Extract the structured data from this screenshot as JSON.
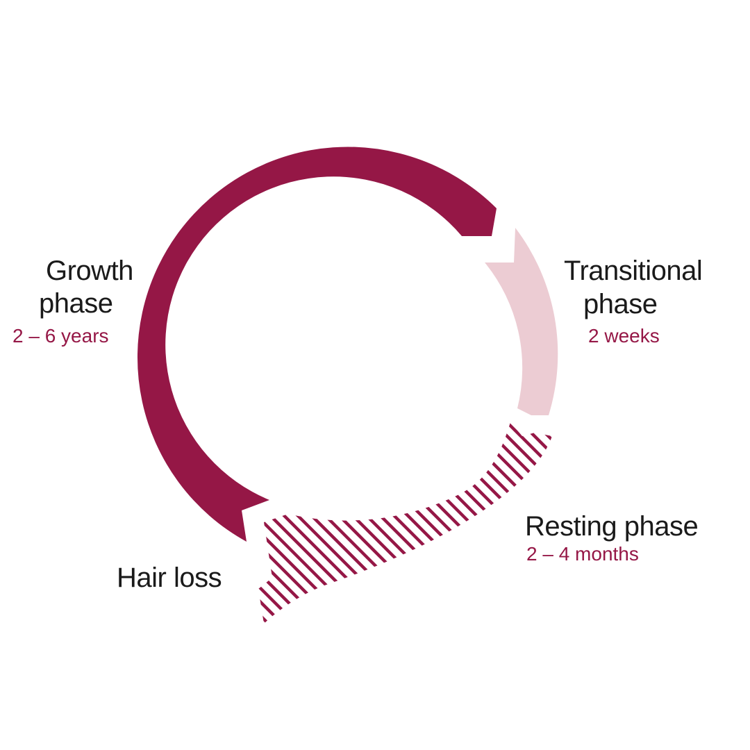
{
  "colors": {
    "growth": "#951746",
    "transitional": "#ecccd3",
    "resting": "#951746",
    "label_text": "#1a1a1a",
    "duration_text": "#951746",
    "background": "#ffffff"
  },
  "phases": {
    "growth": {
      "title_line1": "Growth",
      "title_line2": "phase",
      "duration": "2 – 6 years"
    },
    "transitional": {
      "title_line1": "Transitional",
      "title_line2": "phase",
      "duration": "2 weeks"
    },
    "resting": {
      "title": "Resting phase",
      "duration": "2 – 4 months"
    },
    "hair_loss": {
      "title": "Hair loss"
    }
  }
}
